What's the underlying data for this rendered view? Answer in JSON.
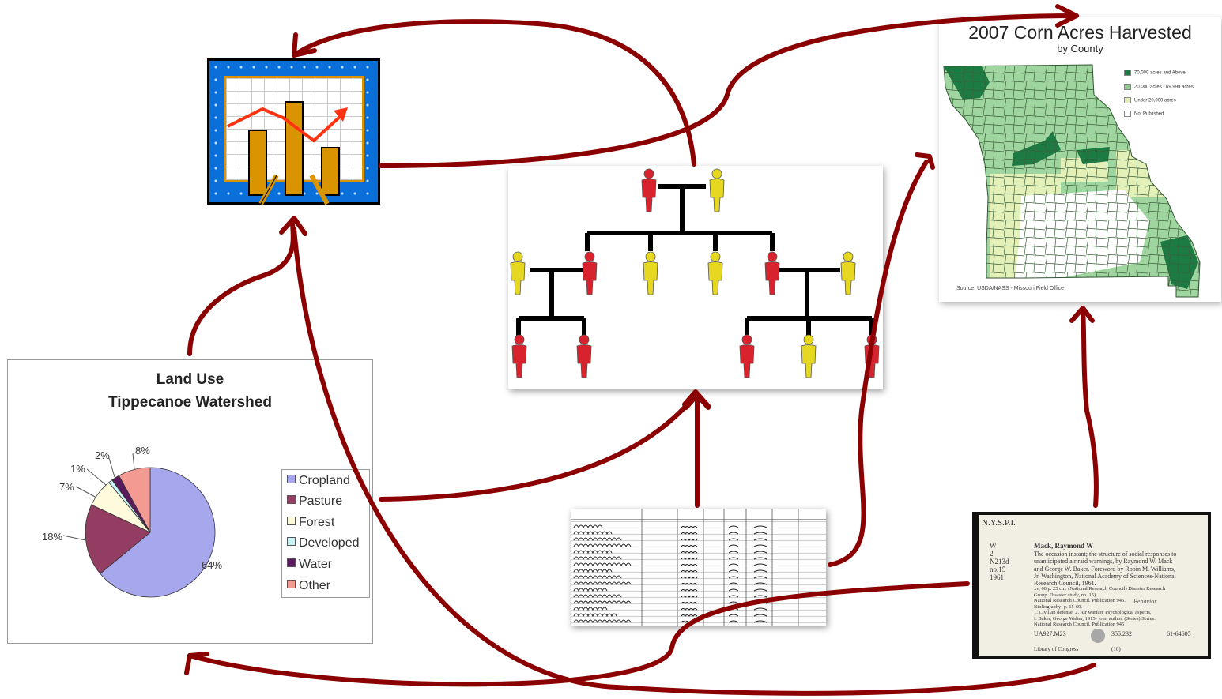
{
  "map": {
    "title": "2007 Corn Acres Harvested",
    "subtitle": "by County",
    "legend": [
      {
        "label": "70,000 acres and Above",
        "color": "#1c7a43"
      },
      {
        "label": "20,000 acres - 69,999 acres",
        "color": "#8fce8f"
      },
      {
        "label": "Under 20,000 acres",
        "color": "#e3f0b8"
      },
      {
        "label": "Not Published",
        "color": "#ffffff"
      }
    ],
    "source": "Source: USDA/NASS - Missouri Field Office"
  },
  "pie": {
    "title_line1": "Land Use",
    "title_line2": "Tippecanoe Watershed",
    "legend": [
      {
        "label": "Cropland",
        "color": "#a7a7ee"
      },
      {
        "label": "Pasture",
        "color": "#933d63"
      },
      {
        "label": "Forest",
        "color": "#fdfbdb"
      },
      {
        "label": "Developed",
        "color": "#cbf2f4"
      },
      {
        "label": "Water",
        "color": "#5a1a5e"
      },
      {
        "label": "Other",
        "color": "#f39a93"
      }
    ],
    "percent_labels": [
      "64%",
      "18%",
      "7%",
      "1%",
      "2%",
      "8%"
    ]
  },
  "chart_data": {
    "type": "pie",
    "title": "Land Use Tippecanoe Watershed",
    "categories": [
      "Cropland",
      "Pasture",
      "Forest",
      "Developed",
      "Water",
      "Other"
    ],
    "values": [
      64,
      18,
      7,
      1,
      2,
      8
    ],
    "legend_position": "right"
  },
  "card": {
    "header": "N.Y.S.P.I.",
    "call_number": [
      "W",
      "2",
      "N213d",
      "no.15",
      "1961"
    ],
    "author": "Mack, Raymond W",
    "body": [
      "The occasion instant; the structure of social responses to",
      "unanticipated air raid warnings, by Raymond W. Mack",
      "and George W. Baker. Foreword by Robin M. Williams,",
      "Jr. Washington, National Academy of Sciences-National",
      "Research Council, 1961."
    ],
    "notes": [
      "xv, 60 p. 25 cm. (National Research Council) Disaster Research",
      "Group. Disaster study, no. 15)",
      "National Research Council. Publication 945.",
      "Bibliography: p. 65-69.",
      "1. Civilian defense. 2. Air warfare Psychological aspects.",
      "I. Baker, George Walter, 1915- joint author. (Series) Series:",
      "National Research Council. Publication 945"
    ],
    "handwritten_note": "Behavior",
    "lc_number": "UA927.M23",
    "dewey_number": "355.232",
    "card_number": "61-64605",
    "footer": "Library of Congress",
    "footer_code": "(10)"
  },
  "colors": {
    "arrow": "#8b0000",
    "board_blue": "#0a6fd8",
    "board_orange": "#d99400",
    "person_red": "#d8232e",
    "person_yellow": "#e6d820"
  }
}
